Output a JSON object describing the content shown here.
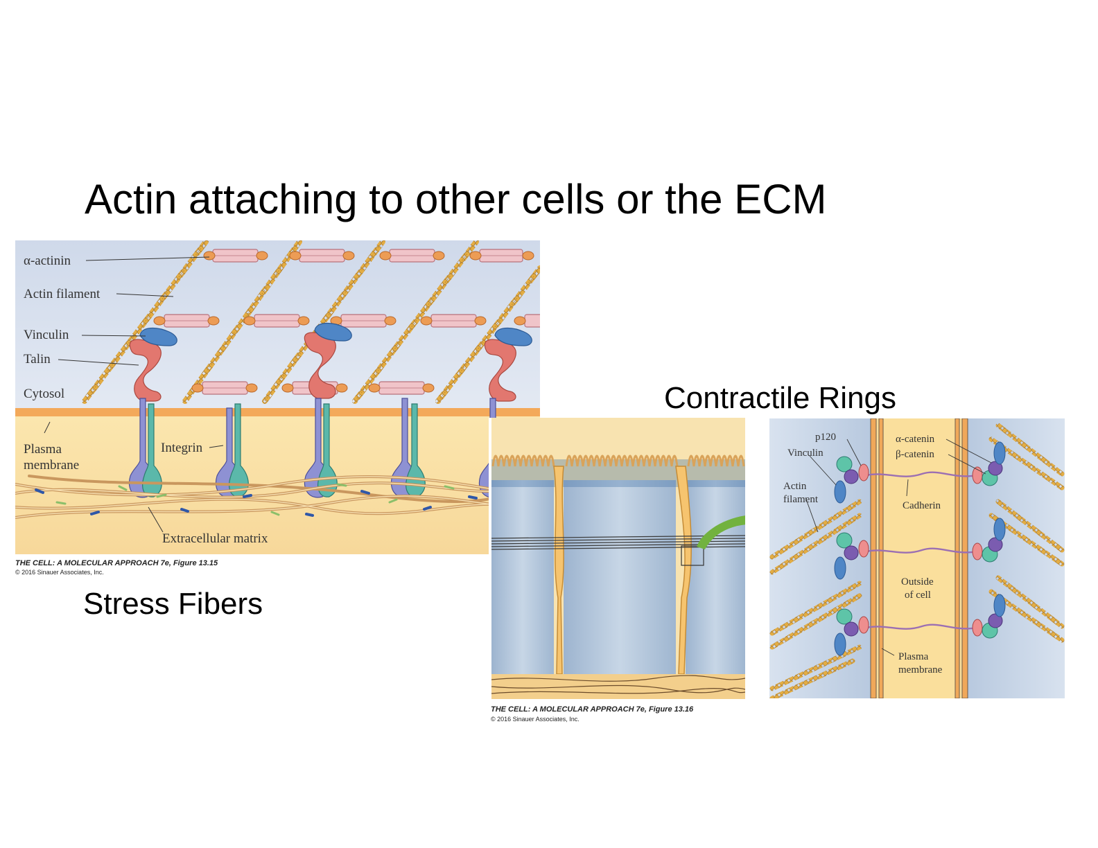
{
  "slide": {
    "title": "Actin attaching to other cells or the ECM",
    "caption_left": "Stress Fibers",
    "caption_right": "Contractile Rings"
  },
  "figure_stress": {
    "labels": {
      "alpha_actinin": "α-actinin",
      "actin_filament": "Actin filament",
      "vinculin": "Vinculin",
      "talin": "Talin",
      "cytosol": "Cytosol",
      "plasma": "Plasma",
      "membrane": "membrane",
      "integrin": "Integrin",
      "ecm": "Extracellular matrix"
    },
    "credit": "THE CELL: A MOLECULAR APPROACH 7e, Figure 13.15",
    "copyright": "© 2016 Sinauer Associates, Inc."
  },
  "figure_ring": {
    "labels": {
      "p120": "p120",
      "vinculin": "Vinculin",
      "actin": "Actin",
      "filament": "filament",
      "alpha_catenin": "α-catenin",
      "beta_catenin": "β-catenin",
      "cadherin": "Cadherin",
      "outside": "Outside",
      "of_cell": "of cell",
      "plasma": "Plasma",
      "membrane": "membrane"
    },
    "credit": "THE CELL: A MOLECULAR APPROACH 7e, Figure 13.16",
    "copyright": "© 2016 Sinauer Associates, Inc."
  },
  "colors": {
    "cytosol_bg": "#d6dfee",
    "membrane_orange": "#f0a85a",
    "extracellular": "#fae3a8",
    "actin_gold": "#e0ac45",
    "alpha_actinin_pink": "#eec2c7",
    "vinculin_blue": "#4f86c6",
    "talin_red": "#e07a72",
    "integrin_purple": "#8c8fd0",
    "integrin_teal": "#57b5a8",
    "arrow_green": "#72b23f"
  }
}
